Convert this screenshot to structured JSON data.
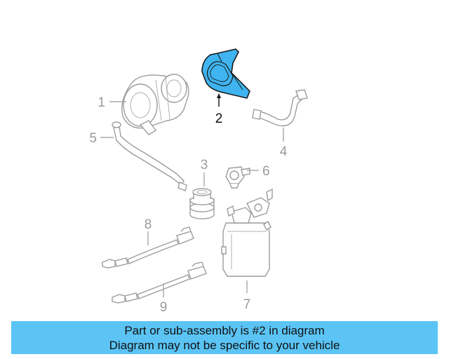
{
  "callouts": {
    "c1": "1",
    "c2": "2",
    "c3": "3",
    "c4": "4",
    "c5": "5",
    "c6": "6",
    "c7": "7",
    "c8": "8",
    "c9": "9"
  },
  "highlighted_part": "2",
  "colors": {
    "highlight_fill": "#3fb4f0",
    "highlight_stroke": "#1a1a1a",
    "part_line": "#9c9c9c",
    "banner_bg": "#5bc4f5"
  },
  "banner": {
    "line1": "Part or sub-assembly is #2 in diagram",
    "line2": "Diagram may not be specific to your vehicle"
  }
}
